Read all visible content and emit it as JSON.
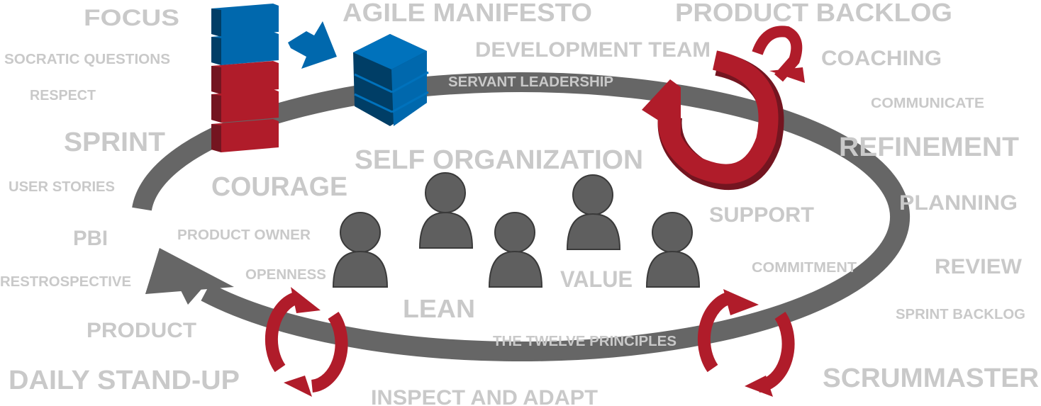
{
  "words": [
    "FOCUS",
    "SOCRATIC QUESTIONS",
    "RESPECT",
    "SPRINT",
    "USER STORIES",
    "PBI",
    "RESTROSPECTIVE",
    "PRODUCT",
    "DAILY STAND-UP",
    "AGILE MANIFESTO",
    "DEVELOPMENT TEAM",
    "SERVANT LEADERSHIP",
    "SELF ORGANIZATION",
    "COURAGE",
    "PRODUCT OWNER",
    "OPENNESS",
    "LEAN",
    "VALUE",
    "THE TWELVE PRINCIPLES",
    "INSPECT AND ADAPT",
    "PRODUCT BACKLOG",
    "COACHING",
    "COMMUNICATE",
    "REFINEMENT",
    "PLANNING",
    "SUPPORT",
    "COMMITMENT",
    "REVIEW",
    "SPRINT BACKLOG",
    "SCRUMMASTER"
  ],
  "colors": {
    "text": "#c9c9c9",
    "ring": "#666666",
    "people": "#5f5f5f",
    "red": "#b01c2a",
    "red_dark": "#741520",
    "blue": "#0068ad",
    "blue_dark": "#003e66"
  },
  "icons": [
    "stacked-blocks-icon",
    "arrow-icon",
    "cube-stack-icon",
    "circular-arrow-icon",
    "person-icon",
    "cycle-arrows-icon"
  ]
}
